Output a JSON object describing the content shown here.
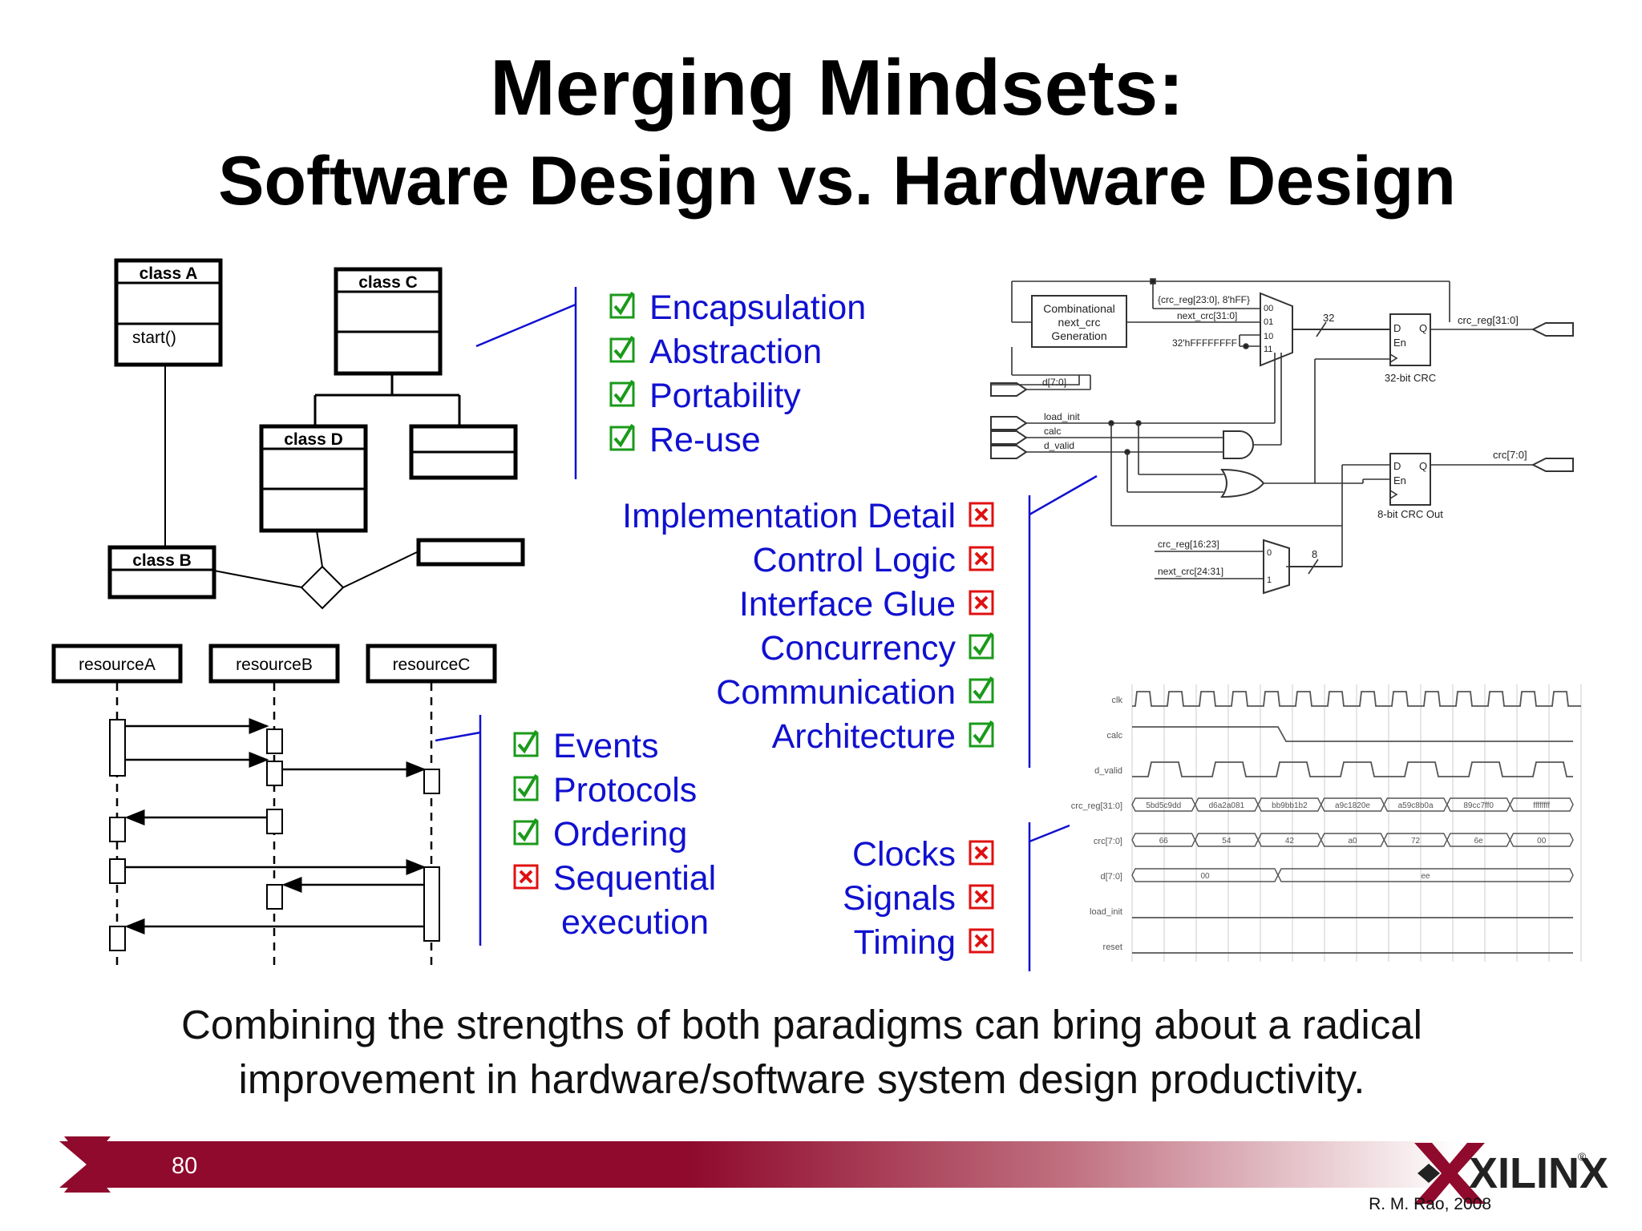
{
  "slide": {
    "title": "Merging Mindsets:",
    "subtitle": "Software Design vs. Hardware Design",
    "footer_text_line1": "Combining the strengths of both paradigms can bring about a radical",
    "footer_text_line2": "improvement in hardware/software system design productivity.",
    "page_number": "80",
    "brand": "XILINX",
    "brand_mark": "®",
    "credit": "R. M. Rao, 2008",
    "colors": {
      "accent": "#8f0a2c",
      "list_text": "#1010d0",
      "check": "#1a9a1a",
      "cross": "#e01010"
    }
  },
  "class_diagram": {
    "class_a": {
      "name": "class A",
      "method": "start()"
    },
    "class_b": {
      "name": "class B"
    },
    "class_c": {
      "name": "class C"
    },
    "class_d": {
      "name": "class D"
    }
  },
  "sequence_diagram": {
    "resources": [
      "resourceA",
      "resourceB",
      "resourceC"
    ]
  },
  "software_benefits": [
    {
      "label": "Encapsulation",
      "status": "check"
    },
    {
      "label": "Abstraction",
      "status": "check"
    },
    {
      "label": "Portability",
      "status": "check"
    },
    {
      "label": "Re-use",
      "status": "check"
    }
  ],
  "implementation_list": [
    {
      "label": "Implementation Detail",
      "status": "cross"
    },
    {
      "label": "Control Logic",
      "status": "cross"
    },
    {
      "label": "Interface Glue",
      "status": "cross"
    },
    {
      "label": "Concurrency",
      "status": "check"
    },
    {
      "label": "Communication",
      "status": "check"
    },
    {
      "label": "Architecture",
      "status": "check"
    }
  ],
  "sequence_list": [
    {
      "label": "Events",
      "status": "check"
    },
    {
      "label": "Protocols",
      "status": "check"
    },
    {
      "label": "Ordering",
      "status": "check"
    },
    {
      "label": "Sequential",
      "status": "cross"
    },
    {
      "label": "execution",
      "status": "none"
    }
  ],
  "timing_list": [
    {
      "label": "Clocks",
      "status": "cross"
    },
    {
      "label": "Signals",
      "status": "cross"
    },
    {
      "label": "Timing",
      "status": "cross"
    }
  ],
  "schematic": {
    "combo_block": [
      "Combinational",
      "next_crc",
      "Generation"
    ],
    "mux_in_labels": [
      "{crc_reg[23:0], 8'hFF}",
      "next_crc[31:0]",
      "32'hFFFFFFFF"
    ],
    "mux_sel": [
      "00",
      "01",
      "10",
      "11"
    ],
    "bus_width_32": "32",
    "out_crc_reg": "crc_reg[31:0]",
    "reg32_label": "32-bit CRC",
    "reg8_label": "8-bit CRC Out",
    "out_crc": "crc[7:0]",
    "in_data": "d[7:0]",
    "in_signals": [
      "load_init",
      "calc",
      "d_valid"
    ],
    "mux2_in_labels": [
      "crc_reg[16:23]",
      "next_crc[24:31]"
    ],
    "mux2_sel": [
      "0",
      "1"
    ],
    "bus_width_8": "8",
    "ff_pins": [
      "D",
      "Q",
      "En"
    ]
  },
  "waveform": {
    "signals": [
      "clk",
      "calc",
      "d_valid",
      "crc_reg[31:0]",
      "crc[7:0]",
      "d[7:0]",
      "load_init",
      "reset"
    ],
    "crc_reg_values": [
      "5bd5c9dd",
      "d6a2a081",
      "bb9bb1b2",
      "a9c1820e",
      "a59c8b0a",
      "89cc7ff0",
      "ffffffff"
    ],
    "crc_values": [
      "66",
      "54",
      "42",
      "a0",
      "72",
      "6e",
      "00"
    ],
    "d_values": [
      "00",
      "ee"
    ]
  }
}
